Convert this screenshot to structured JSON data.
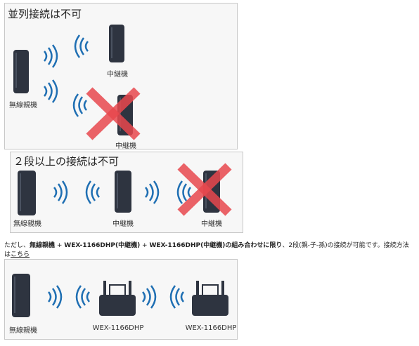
{
  "panel1": {
    "title": "並列接続は不可",
    "labels": {
      "router": "無線親機",
      "repeater_ok": "中継機",
      "repeater_ng": "中継機"
    }
  },
  "panel2": {
    "title": "２段以上の接続は不可",
    "labels": {
      "router": "無線親機",
      "repeater1": "中継機",
      "repeater2": "中継機"
    }
  },
  "note": {
    "prefix": "ただし、",
    "b1": "無線親機",
    "s1": " + ",
    "b2": "WEX-1166DHP(中継機)",
    "s2": " + ",
    "b3": "WEX-1166DHP(中継機)の組み合わせに限り",
    "s3": "、2段(親-子-孫)の接続が可能です。接続方法は",
    "link": "こちら"
  },
  "panel3": {
    "labels": {
      "router": "無線親機",
      "ext1": "WEX-1166DHP",
      "ext2": "WEX-1166DHP"
    }
  },
  "colors": {
    "device": "#2e3440",
    "wave": "#1f6fb3",
    "cross": "#e8484d"
  }
}
